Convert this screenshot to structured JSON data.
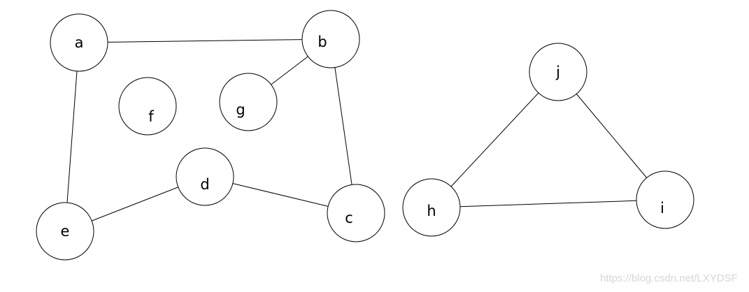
{
  "graph": {
    "nodes": [
      {
        "id": "a",
        "label": "a"
      },
      {
        "id": "b",
        "label": "b"
      },
      {
        "id": "c",
        "label": "c"
      },
      {
        "id": "d",
        "label": "d"
      },
      {
        "id": "e",
        "label": "e"
      },
      {
        "id": "f",
        "label": "f"
      },
      {
        "id": "g",
        "label": "g"
      },
      {
        "id": "h",
        "label": "h"
      },
      {
        "id": "i",
        "label": "i"
      },
      {
        "id": "j",
        "label": "j"
      }
    ],
    "edges": [
      {
        "from": "a",
        "to": "b"
      },
      {
        "from": "a",
        "to": "e"
      },
      {
        "from": "b",
        "to": "g"
      },
      {
        "from": "b",
        "to": "c"
      },
      {
        "from": "c",
        "to": "d"
      },
      {
        "from": "d",
        "to": "e"
      },
      {
        "from": "h",
        "to": "i"
      },
      {
        "from": "h",
        "to": "j"
      },
      {
        "from": "i",
        "to": "j"
      }
    ]
  },
  "watermark": {
    "text": "https://blog.csdn.net/LXYDSF"
  }
}
